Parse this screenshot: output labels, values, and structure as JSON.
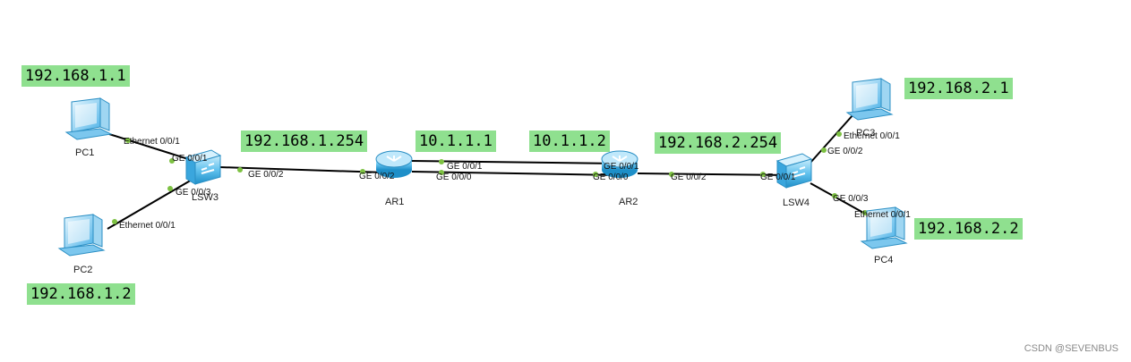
{
  "devices": {
    "pc1": "PC1",
    "pc2": "PC2",
    "pc3": "PC3",
    "pc4": "PC4",
    "lsw3": "LSW3",
    "lsw4": "LSW4",
    "ar1": "AR1",
    "ar2": "AR2"
  },
  "ports": {
    "pc1_eth": "Ethernet 0/0/1",
    "lsw3_ge1": "GE 0/0/1",
    "pc2_eth": "Ethernet 0/0/1",
    "lsw3_ge3": "GE 0/0/3",
    "lsw3_ge2": "GE 0/0/2",
    "ar1_ge2": "GE 0/0/2",
    "ar1_ge1": "GE 0/0/1",
    "ar1_ge0": "GE 0/0/0",
    "ar2_ge1": "GE 0/0/1",
    "ar2_ge0": "GE 0/0/0",
    "ar2_ge2": "GE 0/0/2",
    "lsw4_ge1": "GE 0/0/1",
    "lsw4_ge2": "GE 0/0/2",
    "pc3_eth": "Ethernet 0/0/1",
    "lsw4_ge3": "GE 0/0/3",
    "pc4_eth": "Ethernet 0/0/1"
  },
  "ip_labels": {
    "pc1": "192.168.1.1",
    "pc2": "192.168.1.2",
    "lsw3_gw": "192.168.1.254",
    "ar1_link": "10.1.1.1",
    "ar2_link": "10.1.1.2",
    "lsw4_gw": "192.168.2.254",
    "pc3": "192.168.2.1",
    "pc4": "192.168.2.2"
  },
  "watermark": "CSDN @SEVENBUS",
  "colors": {
    "ip_highlight": "#8fe08f",
    "link": "#000000",
    "port_dot": "#7dc142",
    "device_blue": "#4fb3e8"
  }
}
